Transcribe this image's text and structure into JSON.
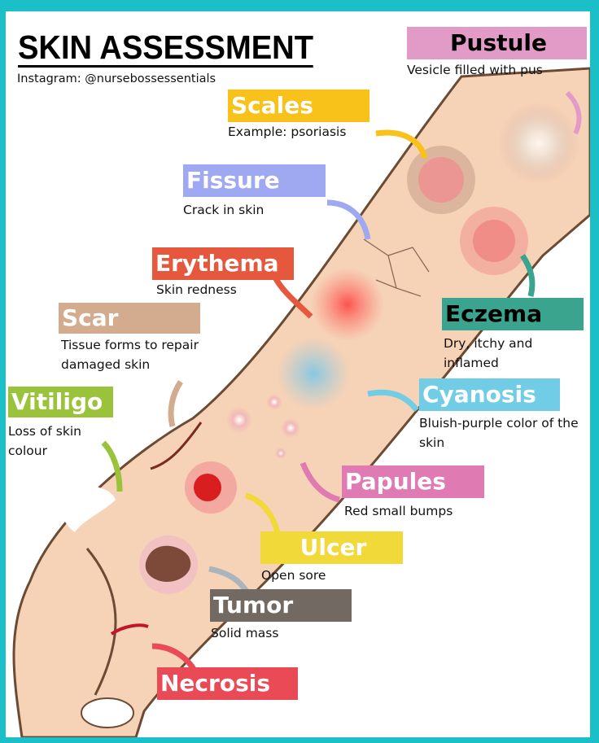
{
  "title": "SKIN ASSESSMENT",
  "instagram": "Instagram: @nursebossessentials",
  "colors": {
    "border": "#1bbfc7",
    "skin": "#f6d2b6"
  },
  "terms": [
    {
      "key": "pustule",
      "label": "Pustule",
      "desc": "Vesicle filled with pus",
      "color": "#e29bc6"
    },
    {
      "key": "scales",
      "label": "Scales",
      "desc": "Example: psoriasis",
      "color": "#f9c21b"
    },
    {
      "key": "fissure",
      "label": "Fissure",
      "desc": "Crack in skin",
      "color": "#9fa9f2"
    },
    {
      "key": "erythema",
      "label": "Erythema",
      "desc": "Skin redness",
      "color": "#e5583d"
    },
    {
      "key": "scar",
      "label": "Scar",
      "desc": "Tissue forms to repair damaged skin",
      "color": "#d3ab8e"
    },
    {
      "key": "vitiligo",
      "label": "Vitiligo",
      "desc": "Loss of skin colour",
      "color": "#9bc23b"
    },
    {
      "key": "eczema",
      "label": "Eczema",
      "desc": "Dry, itchy and inflamed",
      "color": "#3aa48e"
    },
    {
      "key": "cyanosis",
      "label": "Cyanosis",
      "desc": "Bluish-purple color of the skin",
      "color": "#71cde5"
    },
    {
      "key": "papules",
      "label": "Papules",
      "desc": "Red small bumps",
      "color": "#e07ab2"
    },
    {
      "key": "ulcer",
      "label": "Ulcer",
      "desc": "Open sore",
      "color": "#f2d93a"
    },
    {
      "key": "tumor",
      "label": "Tumor",
      "desc": "Solid mass",
      "color": "#716962"
    },
    {
      "key": "necrosis",
      "label": "Necrosis",
      "desc": "",
      "color": "#e94a56"
    }
  ]
}
